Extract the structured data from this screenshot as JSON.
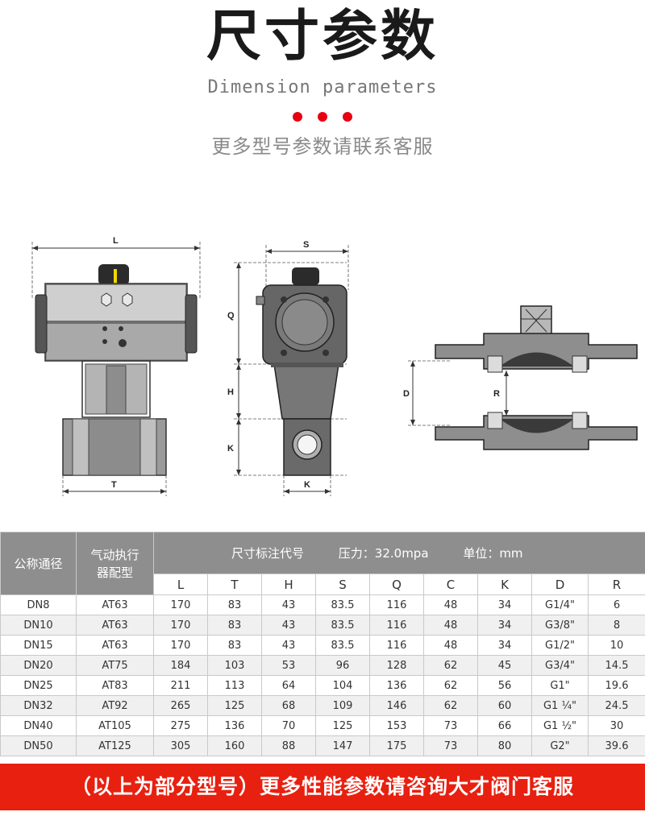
{
  "header": {
    "title": "尺寸参数",
    "subtitle": "Dimension parameters",
    "contact": "更多型号参数请联系客服",
    "accent_color": "#e60012"
  },
  "drawing": {
    "labels": {
      "L": "L",
      "T": "T",
      "S": "S",
      "Q": "Q",
      "H": "H",
      "K_side": "K",
      "K_bottom": "K",
      "D": "D",
      "R": "R"
    }
  },
  "table": {
    "col_nominal": "公称通径",
    "col_actuator": "气动执行器配型",
    "dim_title": "尺寸标注代号",
    "pressure": "压力：32.0mpa",
    "unit": "单位：mm",
    "dim_columns": [
      "L",
      "T",
      "H",
      "S",
      "Q",
      "C",
      "K",
      "D",
      "R"
    ],
    "rows": [
      [
        "DN8",
        "AT63",
        "170",
        "83",
        "43",
        "83.5",
        "116",
        "48",
        "34",
        "G1/4\"",
        "6"
      ],
      [
        "DN10",
        "AT63",
        "170",
        "83",
        "43",
        "83.5",
        "116",
        "48",
        "34",
        "G3/8\"",
        "8"
      ],
      [
        "DN15",
        "AT63",
        "170",
        "83",
        "43",
        "83.5",
        "116",
        "48",
        "34",
        "G1/2\"",
        "10"
      ],
      [
        "DN20",
        "AT75",
        "184",
        "103",
        "53",
        "96",
        "128",
        "62",
        "45",
        "G3/4\"",
        "14.5"
      ],
      [
        "DN25",
        "AT83",
        "211",
        "113",
        "64",
        "104",
        "136",
        "62",
        "56",
        "G1\"",
        "19.6"
      ],
      [
        "DN32",
        "AT92",
        "265",
        "125",
        "68",
        "109",
        "146",
        "62",
        "60",
        "G1 ¼\"",
        "24.5"
      ],
      [
        "DN40",
        "AT105",
        "275",
        "136",
        "70",
        "125",
        "153",
        "73",
        "66",
        "G1 ½\"",
        "30"
      ],
      [
        "DN50",
        "AT125",
        "305",
        "160",
        "88",
        "147",
        "175",
        "73",
        "80",
        "G2\"",
        "39.6"
      ]
    ]
  },
  "banner": {
    "text": "（以上为部分型号）更多性能参数请咨询大才阀门客服",
    "color": "#e82010"
  }
}
